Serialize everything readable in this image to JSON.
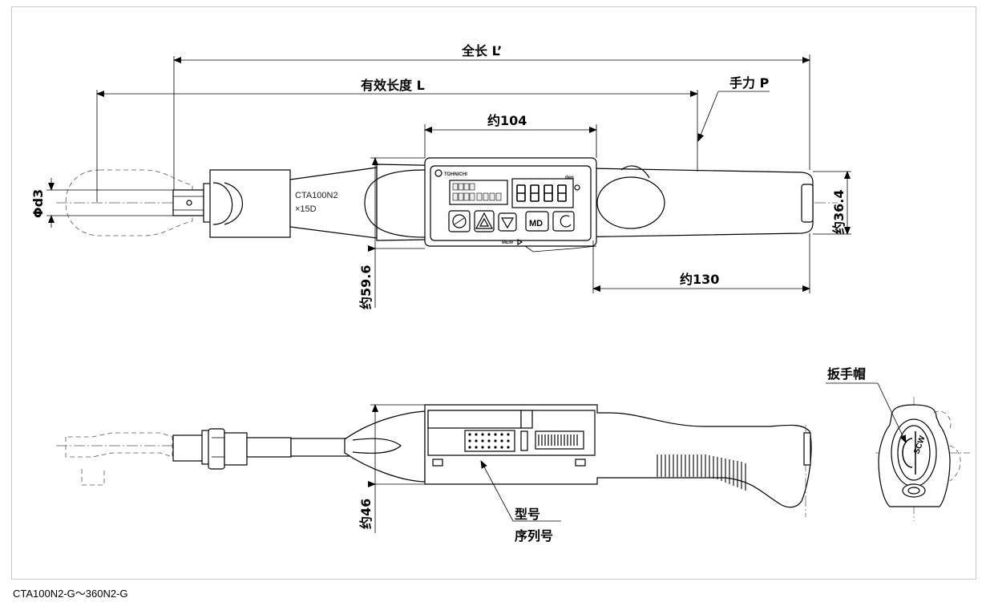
{
  "labels": {
    "overall_length": "全长 L’",
    "effective_length": "有效长度 L",
    "hand_force": "手力 P",
    "display_width": "约104",
    "handle_length": "约130",
    "drive_dia": "Φd3",
    "grip_dia": "约36.4",
    "head_height": "约59.6",
    "side_height": "约46",
    "wrench_cap": "扳手帽",
    "model": "型号",
    "serial": "序列号"
  },
  "body_text": {
    "model_line1": "CTA100N2",
    "model_line2": "×15D",
    "brand": "TOHNICHI",
    "unit": "deg",
    "mem": "MEM",
    "md": "MD"
  },
  "caption": "CTA100N2-G〜360N2-G"
}
